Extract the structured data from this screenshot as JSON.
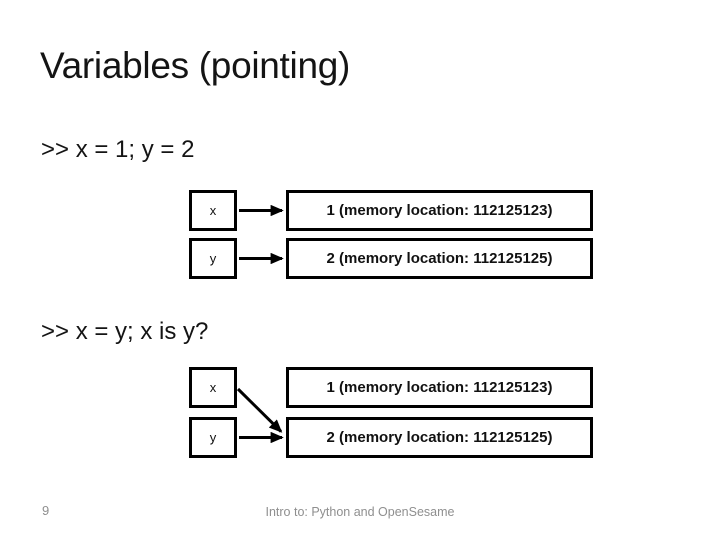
{
  "slide": {
    "title": "Variables (pointing)",
    "footer": {
      "page_number": "9",
      "course": "Intro to: Python and OpenSesame"
    }
  },
  "sections": [
    {
      "code": ">> x = 1; y = 2",
      "diagram": {
        "variables": [
          {
            "name": "x",
            "points_to_value_index": 0
          },
          {
            "name": "y",
            "points_to_value_index": 1
          }
        ],
        "values": [
          "1 (memory location: 112125123)",
          "2 (memory location: 112125125)"
        ]
      }
    },
    {
      "code": ">> x = y; x is y?",
      "diagram": {
        "variables": [
          {
            "name": "x",
            "points_to_value_index": 1
          },
          {
            "name": "y",
            "points_to_value_index": 1
          }
        ],
        "values": [
          "1 (memory location: 112125123)",
          "2 (memory location: 112125125)"
        ]
      }
    }
  ],
  "colors": {
    "background": "#ffffff",
    "text": "#141414",
    "shape": "#000000",
    "footer_text": "#8f8f8f"
  }
}
